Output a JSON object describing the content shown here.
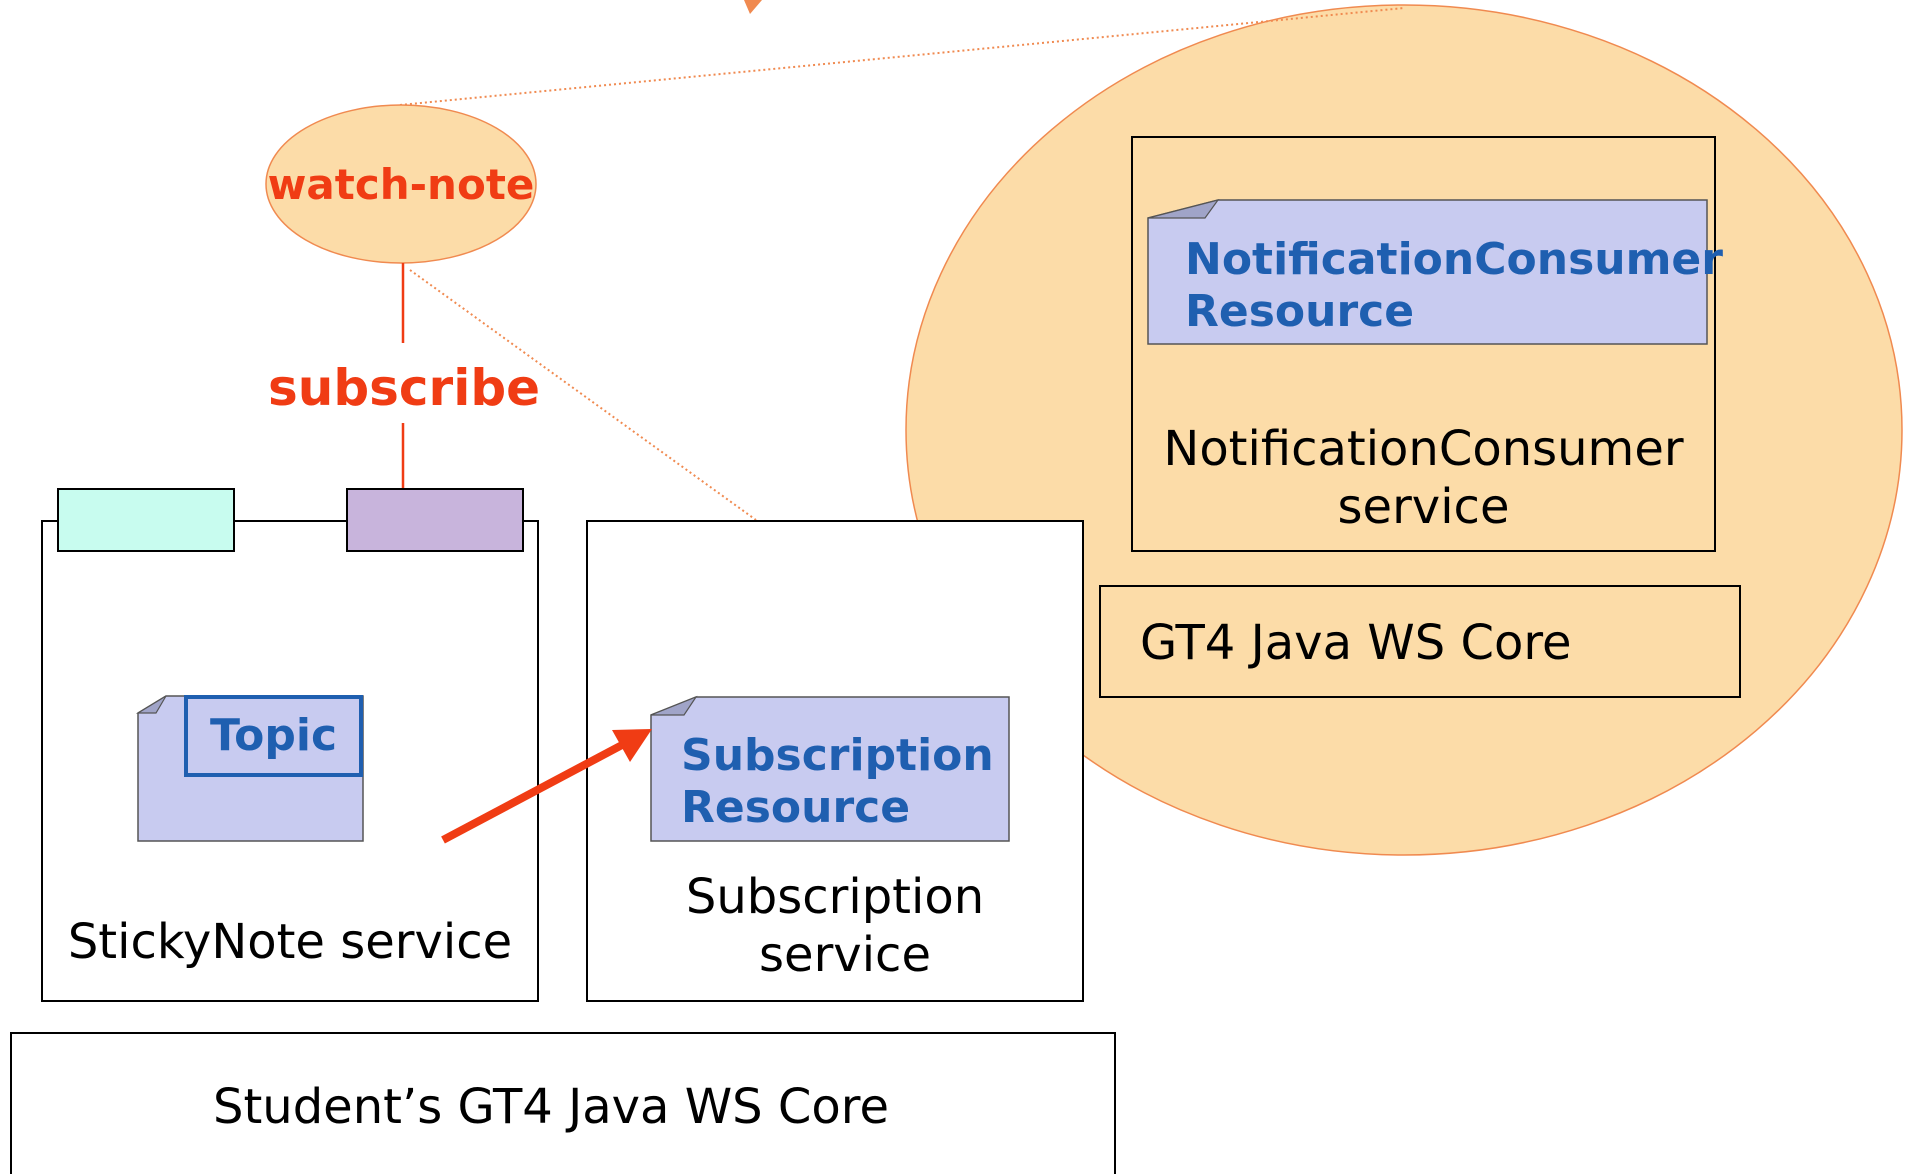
{
  "diagram": {
    "client": {
      "label": "watch-note",
      "action": "subscribe"
    },
    "student_container": {
      "label": "Student’s GT4 Java WS Core"
    },
    "stickynote_service": {
      "label": "StickyNote service",
      "resource": "Topic"
    },
    "subscription_service": {
      "label_line1": "Subscription",
      "label_line2": "service",
      "resource_line1": "Subscription",
      "resource_line2": "Resource"
    },
    "consumer_side": {
      "container_label": "GT4 Java WS Core",
      "service_line1": "NotificationConsumer",
      "service_line2": "service",
      "resource_line1": "NotificationConsumer",
      "resource_line2": "Resource"
    }
  },
  "colors": {
    "accent_red": "#f03c14",
    "orange_fill": "#fcdca8",
    "orange_stroke": "#f08a50",
    "resource_fill": "#c8cbf0",
    "resource_text": "#1f5fb0",
    "tab_teal": "#c8fcef",
    "tab_purple": "#c8b4dc"
  }
}
